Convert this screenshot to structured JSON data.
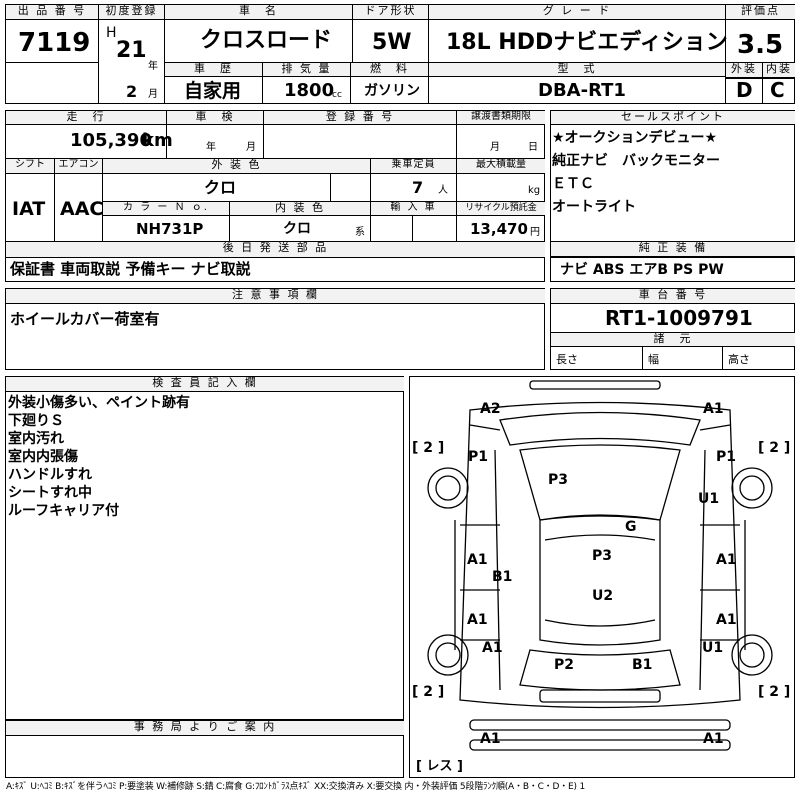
{
  "top": {
    "lot_label": "出 品 番 号",
    "lot": "7119",
    "reg_label": "初度登録",
    "era": "H",
    "year": "21",
    "year_unit": "年",
    "month": "2",
    "month_unit": "月",
    "car_label": "車　名",
    "car": "クロスロード",
    "door_label": "ドア形状",
    "door": "5W",
    "grade_label": "グ レ ー ド",
    "grade": "18L HDDナビエディション",
    "score_label": "評価点",
    "score": "3.5",
    "history_label": "車　歴",
    "history": "自家用",
    "disp_label": "排 気 量",
    "disp": "1800",
    "disp_unit": "cc",
    "fuel_label": "燃　料",
    "fuel": "ガソリン",
    "model_label": "型　式",
    "model": "DBA-RT1",
    "ext_label": "外装",
    "ext": "D",
    "int_label": "内装",
    "int": "C"
  },
  "mid": {
    "mileage_label": "走　行",
    "mileage": "105,390",
    "mileage_unit": "km",
    "inspect_label": "車　検",
    "inspect_year_unit": "年",
    "inspect_month_unit": "月",
    "regno_label": "登 録 番 号",
    "transfer_label": "譲渡書類期限",
    "transfer_month_unit": "月",
    "transfer_day_unit": "日",
    "shift_label": "シフト",
    "shift": "IAT",
    "ac_label": "エアコン",
    "ac": "AAC",
    "color_label": "外 装 色",
    "color": "クロ",
    "seats_label": "乗車定員",
    "seats": "7",
    "seats_unit": "人",
    "load_label": "最大積載量",
    "load_unit": "kg",
    "colorno_label": "カ ラ ー Ｎ ｏ.",
    "colorno": "NH731P",
    "intcolor_label": "内 装 色",
    "intcolor": "クロ",
    "intcolor_unit": "系",
    "import_label": "輸 入 車",
    "recycle_label": "リサイクル預託金",
    "recycle": "13,470",
    "recycle_unit": "円"
  },
  "sales": {
    "label": "セールスポイント",
    "lines": [
      "★オークションデビュー★",
      "純正ナビ　バックモニター",
      "ＥＴＣ",
      "オートライト"
    ]
  },
  "later": {
    "label": "後 日 発 送 部 品",
    "value": "保証書 車両取説 予備キー ナビ取説"
  },
  "equip": {
    "label": "純 正 装 備",
    "value": "ナビ ABS エアB PS PW"
  },
  "notes": {
    "label": "注 意 事 項 欄",
    "value": "ホイールカバー荷室有"
  },
  "chassis": {
    "label": "車 台 番 号",
    "value": "RT1-1009791",
    "spec_label": "諸　元",
    "len_label": "長さ",
    "wid_label": "幅",
    "hgt_label": "高さ"
  },
  "inspector": {
    "label": "検 査 員 記 入 欄",
    "lines": [
      "外装小傷多い、ペイント跡有",
      "下廻りＳ",
      "室内汚れ",
      "室内内張傷",
      "ハンドルすれ",
      "シートすれ中",
      "ルーフキャリア付"
    ]
  },
  "office": {
    "label": "事 務 局 よ り ご 案 内"
  },
  "diagram": {
    "marks": [
      "A2",
      "A1",
      "[ 2 ]",
      "[ 2 ]",
      "P1",
      "P1",
      "P3",
      "U1",
      "G",
      "A1",
      "P3",
      "A1",
      "B1",
      "U2",
      "A1",
      "A1",
      "A1",
      "U1",
      "P2",
      "B1",
      "[ 2 ]",
      "[ 2 ]",
      "A1",
      "A1",
      "[ レス ]"
    ]
  },
  "legend": "A:ｷｽﾞ U:ﾍｺﾐ B:ｷｽﾞを伴うﾍｺﾐ P:要塗装 W:補修跡 S:錆 C:腐食 G:ﾌﾛﾝﾄｶﾞﾗｽ点ｷｽﾞ XX:交換済み X:要交換 内・外装評価 5段階ﾗﾝｸ順(A・B・C・D・E) 1"
}
